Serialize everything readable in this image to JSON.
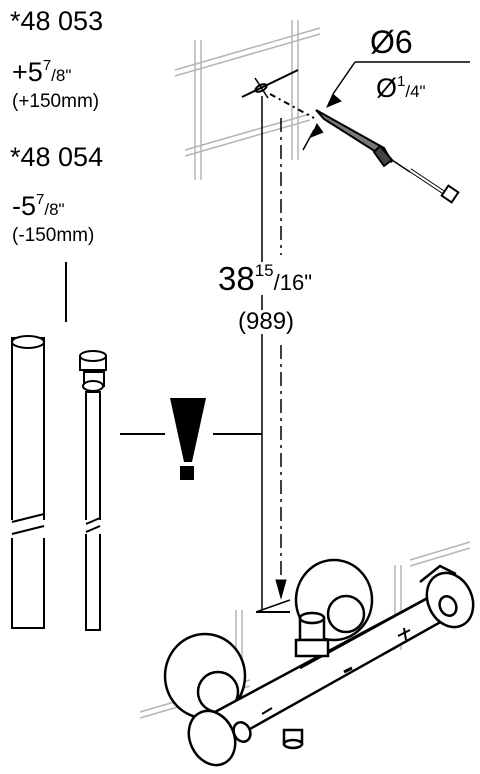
{
  "extensions": [
    {
      "part_number": "*48 053",
      "length_sign": "+",
      "length_whole": "5",
      "length_num": "7",
      "length_den": "/8\"",
      "length_mm": "(+150mm)"
    },
    {
      "part_number": "*48 054",
      "length_sign": "-",
      "length_whole": "5",
      "length_num": "7",
      "length_den": "/8\"",
      "length_mm": "(-150mm)"
    }
  ],
  "drill": {
    "metric": "Ø6",
    "imperial_prefix": "Ø",
    "imperial_num": "1",
    "imperial_den": "/4\""
  },
  "height": {
    "whole": "38",
    "num": "15",
    "den": "/16\"",
    "mm": "(989)"
  },
  "colors": {
    "line": "#000000",
    "tile": "#b5b5b5",
    "background": "#ffffff"
  },
  "icons": {
    "warning": "exclamation-mark-icon"
  }
}
